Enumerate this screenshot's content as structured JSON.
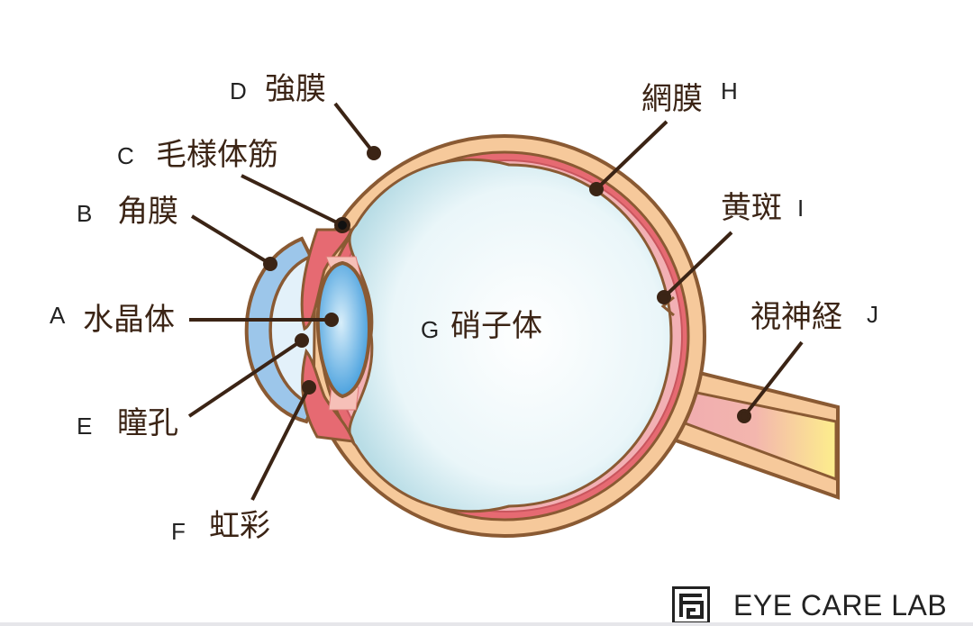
{
  "labels": {
    "A": {
      "letter": "A",
      "text": "水晶体"
    },
    "B": {
      "letter": "B",
      "text": "角膜"
    },
    "C": {
      "letter": "C",
      "text": "毛様体筋"
    },
    "D": {
      "letter": "D",
      "text": "強膜"
    },
    "E": {
      "letter": "E",
      "text": "瞳孔"
    },
    "F": {
      "letter": "F",
      "text": "虹彩"
    },
    "G": {
      "letter": "G",
      "text": "硝子体"
    },
    "H": {
      "letter": "H",
      "text": "網膜"
    },
    "I": {
      "letter": "I",
      "text": "黄斑"
    },
    "J": {
      "letter": "J",
      "text": "視神経"
    }
  },
  "logo": {
    "text": "EYE CARE LAB"
  },
  "colors": {
    "sclera": "#f6c99b",
    "outline": "#8a5a33",
    "choroid": "#e66a72",
    "retina": "#f2b0b4",
    "vitreous": "#e6f4f8",
    "lens": "#4fa6e0",
    "cornea": "#9cc6ea",
    "leader": "#3b2415",
    "nerve_end": "#fde98a"
  }
}
